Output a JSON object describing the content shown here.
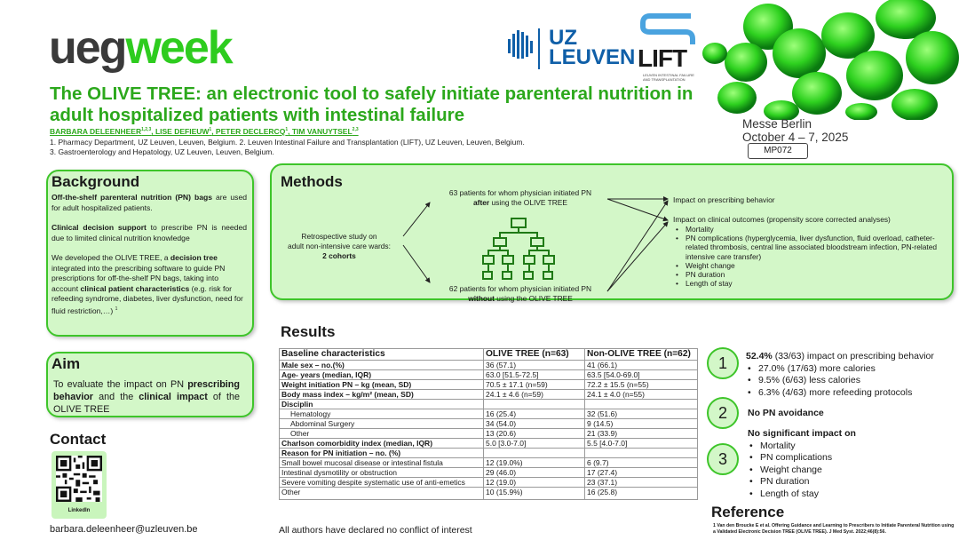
{
  "header": {
    "logo_ueg": "ueg",
    "logo_week": "week",
    "uz_line1": "UZ",
    "uz_line2": "LEUVEN",
    "lift_label": "LIFT",
    "lift_sub": "LEUVEN INTESTINAL FAILURE AND TRANSPLANTATION",
    "title": "The OLIVE TREE: an electronic tool to safely initiate parenteral nutrition in adult hospitalized patients with intestinal failure",
    "authors": "BARBARA DELEENHEER1,2,3, LISE DEFIEUW1, PETER DECLERCQ1, TIM VANUYTSEL2,3",
    "affiliation_1": "1. Pharmacy Department, UZ Leuven, Leuven, Belgium. 2. Leuven Intestinal Failure and Transplantation (LIFT), UZ Leuven, Leuven, Belgium.",
    "affiliation_2": "3. Gastroenterology and Hepatology, UZ Leuven, Leuven, Belgium.",
    "venue_1": "Messe Berlin",
    "venue_2": "October 4 – 7, 2025",
    "poster_code": "MP072"
  },
  "background": {
    "title": "Background",
    "p1_bold": "Off-the-shelf parenteral nutrition (PN) bags",
    "p1_rest": " are used for adult hospitalized patients.",
    "p2_bold": "Clinical decision support",
    "p2_rest": " to prescribe PN is needed due to limited clinical nutrition knowledge",
    "p3_a": "We developed the OLIVE TREE, a ",
    "p3_b": "decision tree",
    "p3_c": " integrated into the prescribing software to guide PN prescriptions for off-the-shelf PN bags, taking into account ",
    "p3_d": "clinical patient characteristics",
    "p3_e": " (e.g. risk for refeeding syndrome, diabetes, liver dysfunction, need for fluid restriction,…) ",
    "p3_sup": "1"
  },
  "aim": {
    "title": "Aim",
    "a": "To evaluate the impact on PN ",
    "b": "prescribing behavior",
    "c": " and the ",
    "d": "clinical impact",
    "e": " of the OLIVE TREE"
  },
  "contact": {
    "title": "Contact",
    "qr_label": "LinkedIn",
    "email": "barbara.deleenheer@uzleuven.be"
  },
  "methods": {
    "title": "Methods",
    "study_1": "Retrospective study on",
    "study_2": "adult non-intensive care wards:",
    "study_3": "2 cohorts",
    "cohort_after_1": "63 patients for whom physician initiated PN",
    "cohort_after_bold": "after",
    "cohort_after_2": " using the OLIVE TREE",
    "cohort_without_1": "62 patients for whom physician initiated PN",
    "cohort_without_bold": "without",
    "cohort_without_2": " using the OLIVE TREE",
    "impact_prescribing": "Impact on prescribing behavior",
    "impact_clinical": "Impact on clinical outcomes (propensity score corrected analyses)",
    "outcomes": [
      "Mortality",
      "PN complications (hyperglycemia, liver dysfunction, fluid overload, catheter-related thrombosis, central line associated bloodstream infection, PN-related intensive care transfer)",
      "Weight change",
      "PN duration",
      "Length of stay"
    ]
  },
  "results": {
    "title": "Results",
    "table_headers": [
      "Baseline characteristics",
      "OLIVE TREE (n=63)",
      "Non-OLIVE TREE (n=62)"
    ],
    "table_rows": [
      {
        "label": "Male sex – no.(%)",
        "a": "36 (57.1)",
        "b": "41 (66.1)",
        "style": "b"
      },
      {
        "label": "Age- years (median, IQR)",
        "a": "63.0 [51.5-72.5]",
        "b": "63.5 [54.0-69.0]",
        "style": "b"
      },
      {
        "label": "Weight initiation PN – kg (mean, SD)",
        "a": "70.5 ± 17.1 (n=59)",
        "b": "72.2 ± 15.5 (n=55)",
        "style": "b"
      },
      {
        "label": "Body mass index – kg/m² (mean, SD)",
        "a": "24.1 ± 4.6 (n=59)",
        "b": "24.1 ± 4.0 (n=55)",
        "style": "b"
      },
      {
        "label": "Disciplin",
        "a": "",
        "b": "",
        "style": "b"
      },
      {
        "label": "Hematology",
        "a": "16 (25.4)",
        "b": "32 (51.6)",
        "style": "i"
      },
      {
        "label": "Abdominal Surgery",
        "a": "34 (54.0)",
        "b": "9 (14.5)",
        "style": "i"
      },
      {
        "label": "Other",
        "a": "13 (20.6)",
        "b": "21 (33.9)",
        "style": "i"
      },
      {
        "label": "Charlson comorbidity index (median, IQR)",
        "a": "5.0 [3.0-7.0]",
        "b": "5.5 [4.0-7.0]",
        "style": "b"
      },
      {
        "label": "Reason for PN initiation – no. (%)",
        "a": "",
        "b": "",
        "style": "b"
      },
      {
        "label": "Small bowel mucosal disease or intestinal fistula",
        "a": "12 (19.0%)",
        "b": "6 (9.7)",
        "style": "n"
      },
      {
        "label": "Intestinal dysmotility or obstruction",
        "a": "29 (46.0)",
        "b": "17 (27.4)",
        "style": "n"
      },
      {
        "label": "Severe vomiting despite systematic use of anti-emetics",
        "a": "12 (19.0)",
        "b": "23 (37.1)",
        "style": "n"
      },
      {
        "label": "Other",
        "a": "10 (15.9%)",
        "b": "16 (25.8)",
        "style": "tall"
      }
    ],
    "finding_1_num": "1",
    "finding_1_pct": "52.4%",
    "finding_1_rest": " (33/63) impact on prescribing behavior",
    "finding_1_items": [
      "27.0% (17/63) more calories",
      "9.5%  (6/63) less calories",
      "6.3% (4/63) more refeeding protocols"
    ],
    "finding_2_num": "2",
    "finding_2_text": "No PN avoidance",
    "finding_3_num": "3",
    "finding_3_text": "No significant impact on",
    "finding_3_items": [
      "Mortality",
      "PN complications",
      "Weight change",
      "PN duration",
      "Length of stay"
    ]
  },
  "footer": {
    "conflict": "All authors have declared no conflict of interest",
    "ref_title": "Reference",
    "ref_text": "1 Van den Broucke E et al. Offering Guidance and Learning to Prescribers to Initiate Parenteral Nutrition using a Validated Electronic Decision TREE (OLIVE TREE). J Med Syst. 2022;46(8):56."
  },
  "colors": {
    "brand_green": "#2ca81c",
    "panel_fill": "#d3f7c8",
    "uz_blue": "#0f5fa8"
  }
}
